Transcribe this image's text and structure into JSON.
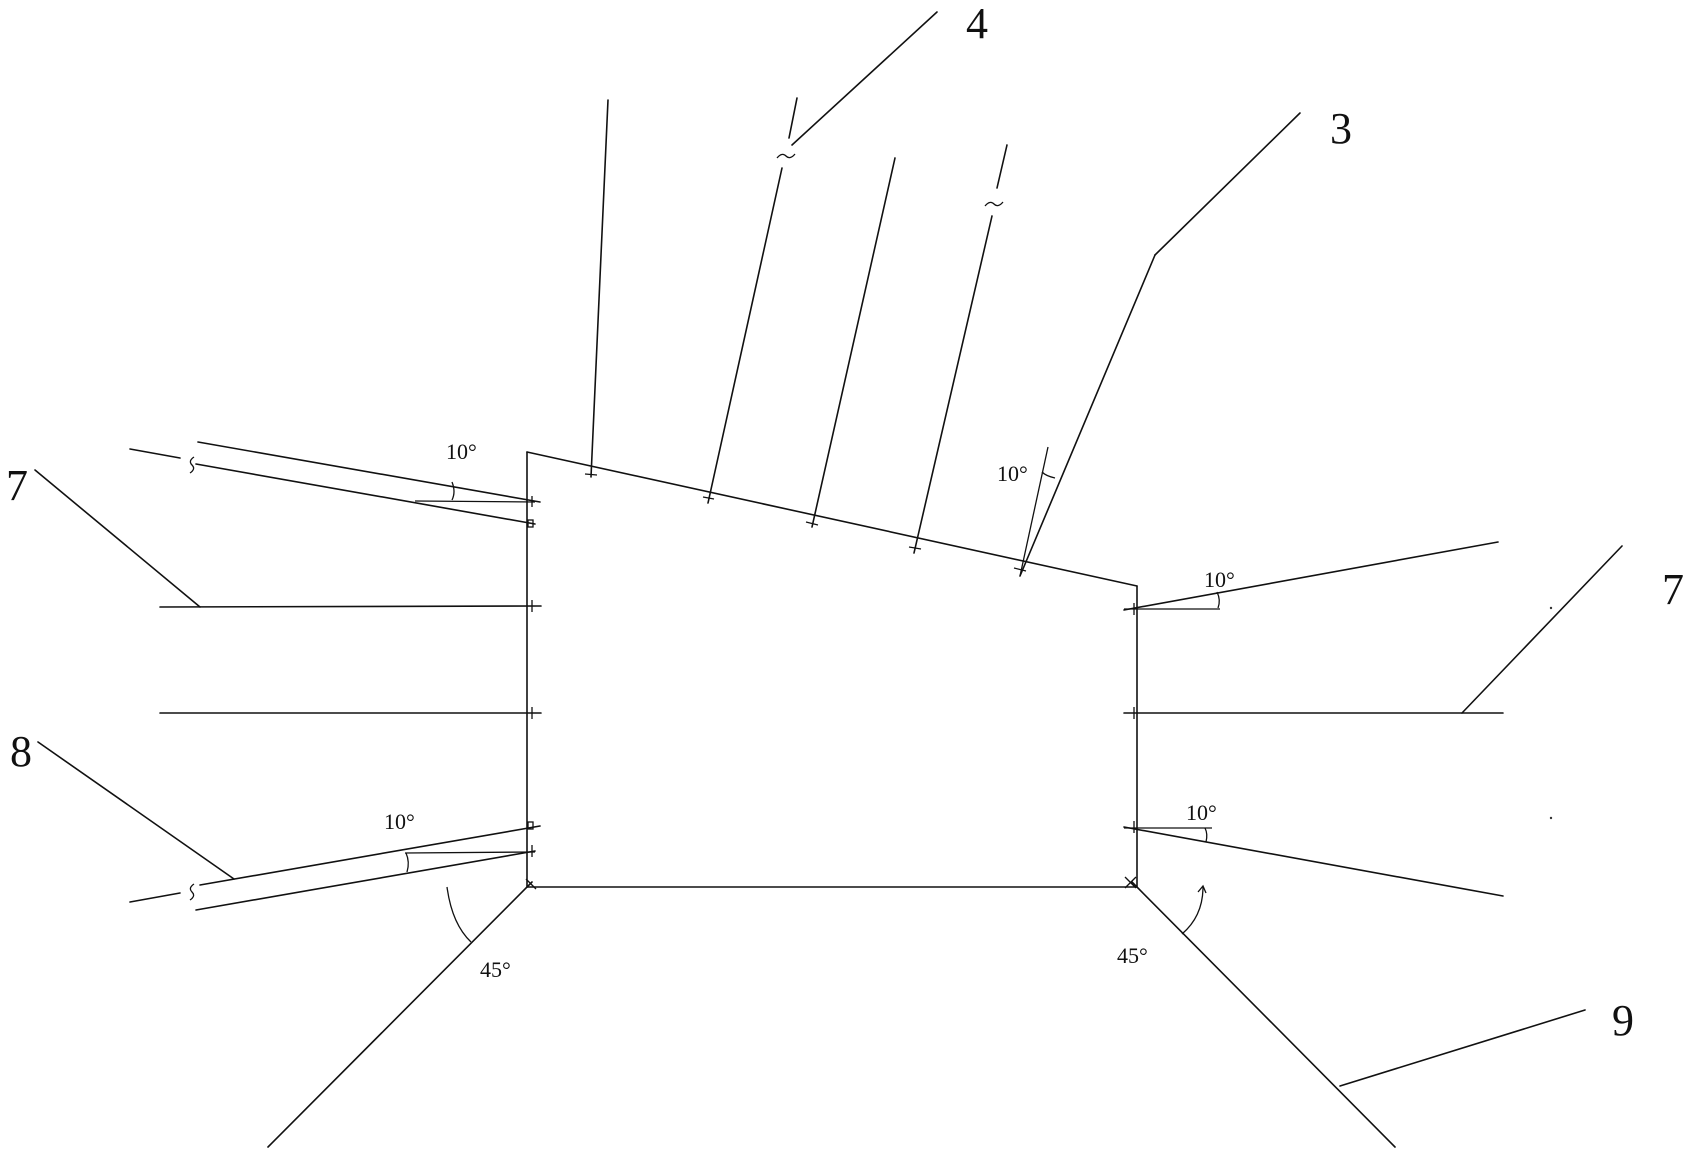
{
  "diagram": {
    "callouts": {
      "label_4": "4",
      "label_3": "3",
      "label_7_left": "7",
      "label_7_right": "7",
      "label_8": "8",
      "label_9": "9"
    },
    "angles": {
      "top_left": "10°",
      "roof_right": "10°",
      "right_upper": "10°",
      "left_lower": "10°",
      "right_lower": "10°",
      "bottom_left": "45°",
      "bottom_right": "45°"
    }
  }
}
